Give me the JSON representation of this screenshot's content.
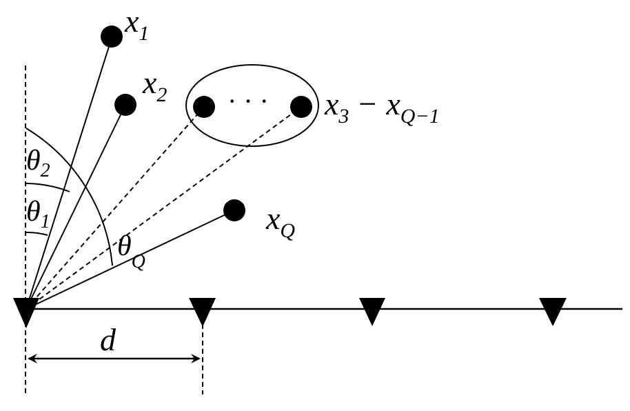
{
  "sources": {
    "x1": {
      "base": "x",
      "sub": "1"
    },
    "x2": {
      "base": "x",
      "sub": "2"
    },
    "group": {
      "base1": "x",
      "sub1": "3",
      "minus": "−",
      "base2": "x",
      "sub2": "Q−1"
    },
    "xq": {
      "base": "x",
      "sub": "Q"
    }
  },
  "ellipsis": "· · ·",
  "angles": {
    "theta1": {
      "base": "θ",
      "sub": "1"
    },
    "theta2": {
      "base": "θ",
      "sub": "2"
    },
    "thetaq": {
      "base": "θ",
      "sub": "Q"
    }
  },
  "spacing_label": "d",
  "sensor_count": 4,
  "colors": {
    "ink": "#000000",
    "background": "#ffffff"
  }
}
